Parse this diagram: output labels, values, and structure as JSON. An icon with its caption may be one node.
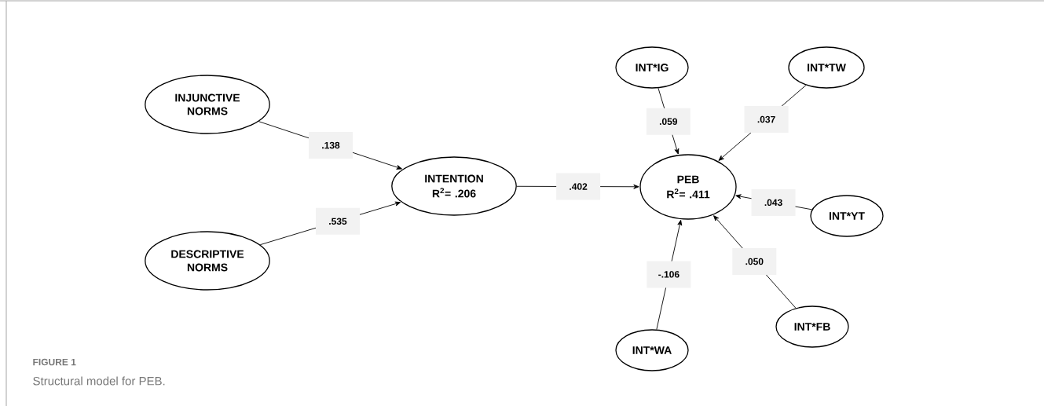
{
  "diagram": {
    "caption": "Structural model for PEB.",
    "nodes": [
      {
        "text": [
          "INJUNCTIVE NORMS"
        ]
      },
      {
        "text": [
          "DESCRIPTIVE NORMS"
        ]
      },
      {
        "text": [
          "INTENTION",
          "R$^{2}$= .206"
        ]
      },
      {
        "text": [
          "INT*IG"
        ]
      },
      {
        "text": [
          "INT*TW"
        ]
      },
      {
        "text": [
          "PEB",
          "R$^{2}$= .411"
        ]
      },
      {
        "text": [
          "INT*YT"
        ]
      },
      {
        "text": [
          "INT*FB"
        ]
      },
      {
        "text": [
          "INT*WA"
        ]
      }
    ],
    "edges": [
      {
        "from": 0,
        "to": 2,
        "arrow": "to",
        "label": ".138"
      },
      {
        "from": 1,
        "to": 2,
        "arrow": "to",
        "label": ".535"
      },
      {
        "from": 2,
        "to": 5,
        "arrow": "to",
        "label": ".402"
      },
      {
        "from": 3,
        "to": 5,
        "arrow": "to",
        "label": ".059"
      },
      {
        "from": 4,
        "to": 5,
        "arrow": "to",
        "label": ".037"
      },
      {
        "from": 6,
        "to": 5,
        "arrow": "to",
        "label": ".043"
      },
      {
        "from": 7,
        "to": 5,
        "arrow": "to",
        "label": ".050"
      },
      {
        "from": 8,
        "to": 5,
        "arrow": "to",
        "label": "-.106"
      }
    ],
    "labels": [
      "FIGURE 1"
    ]
  }
}
